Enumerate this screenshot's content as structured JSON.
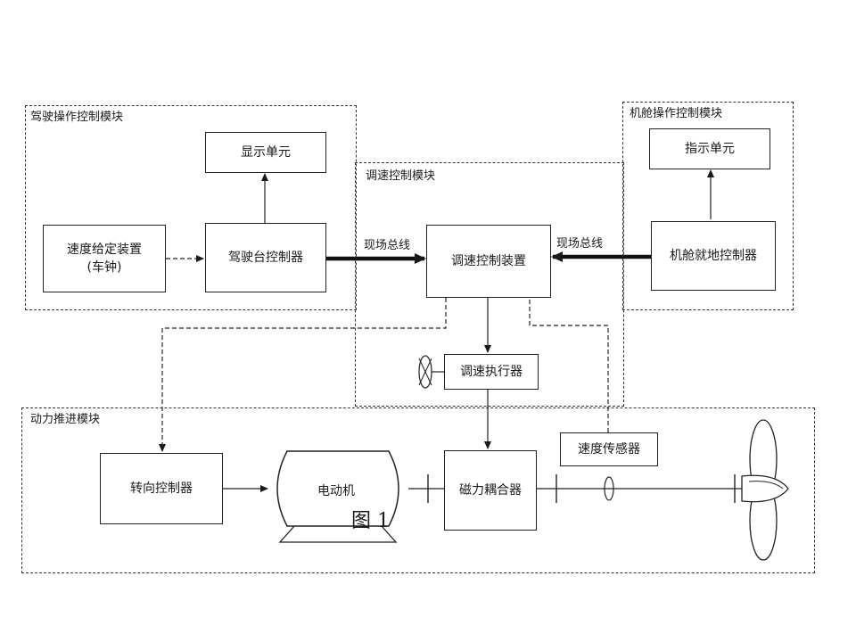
{
  "modules": {
    "bridge": "驾驶操作控制模块",
    "engine_room": "机舱操作控制模块",
    "speed_control": "调速控制模块",
    "propulsion": "动力推进模块"
  },
  "blocks": {
    "display_unit": "显示单元",
    "indicator_unit": "指示单元",
    "speed_setting_line1": "速度给定装置",
    "speed_setting_line2": "(车钟)",
    "bridge_controller": "驾驶台控制器",
    "speed_control_device": "调速控制装置",
    "engine_local_controller": "机舱就地控制器",
    "speed_actuator": "调速执行器",
    "steering_controller": "转向控制器",
    "motor": "电动机",
    "magnetic_coupler": "磁力耦合器",
    "speed_sensor": "速度传感器"
  },
  "bus_labels": {
    "left": "现场总线",
    "right": "现场总线"
  },
  "figure_caption": "图 1"
}
